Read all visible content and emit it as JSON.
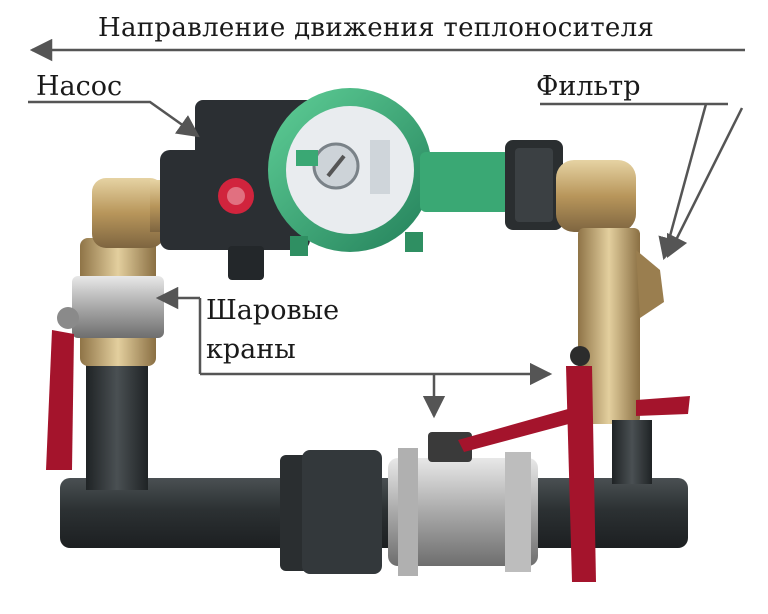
{
  "labels": {
    "flow_direction": "Направление движения теплоносителя",
    "pump": "Насос",
    "filter": "Фильтр",
    "ball_valves_line1": "Шаровые",
    "ball_valves_line2": "краны"
  },
  "colors": {
    "pipe_dark": "#2f3436",
    "brass": "#c7a76a",
    "pump_green": "#3aa874",
    "pump_body": "#2b2f33",
    "valve_red": "#b3122a",
    "annotation_line": "#555555"
  }
}
